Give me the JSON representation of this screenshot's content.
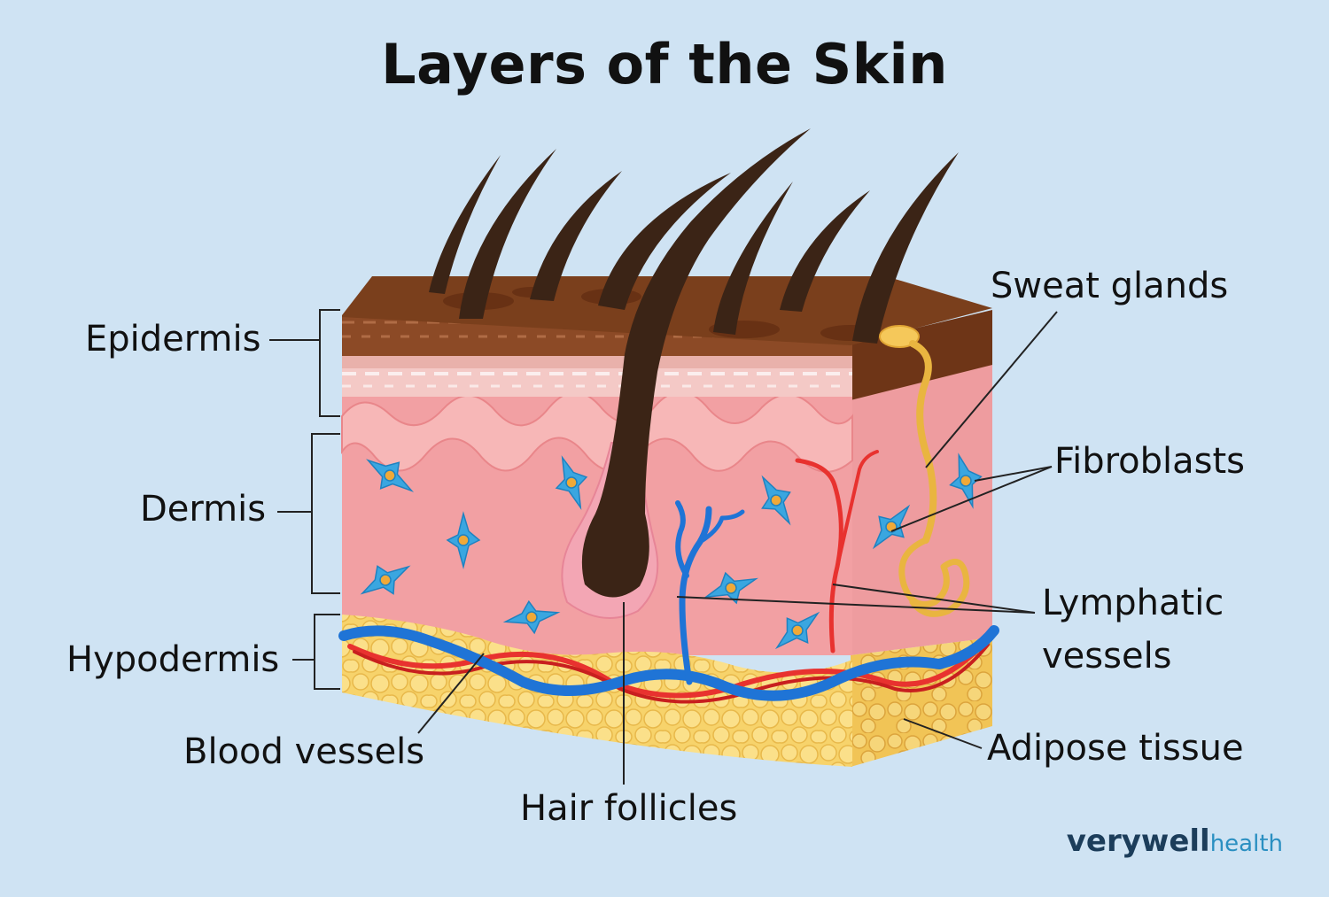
{
  "title": "Layers of the Skin",
  "labels": {
    "epidermis": "Epidermis",
    "dermis": "Dermis",
    "hypodermis": "Hypodermis",
    "blood_vessels": "Blood vessels",
    "hair_follicles": "Hair follicles",
    "sweat_glands": "Sweat glands",
    "fibroblasts": "Fibroblasts",
    "lymphatic_line1": "Lymphatic",
    "lymphatic_line2": "vessels",
    "adipose_tissue": "Adipose tissue"
  },
  "brand": {
    "part1": "verywell",
    "part2": "health"
  },
  "colors": {
    "background": "#cfe3f3",
    "epidermis": "#7a3f1c",
    "dermis": "#f2a0a3",
    "hypodermis": "#f7d36b",
    "hair": "#3b2416",
    "blood": "#e8322f",
    "lymph": "#1f74d6",
    "fibroblast": "#3aa6e0",
    "sweat": "#e9b540"
  }
}
